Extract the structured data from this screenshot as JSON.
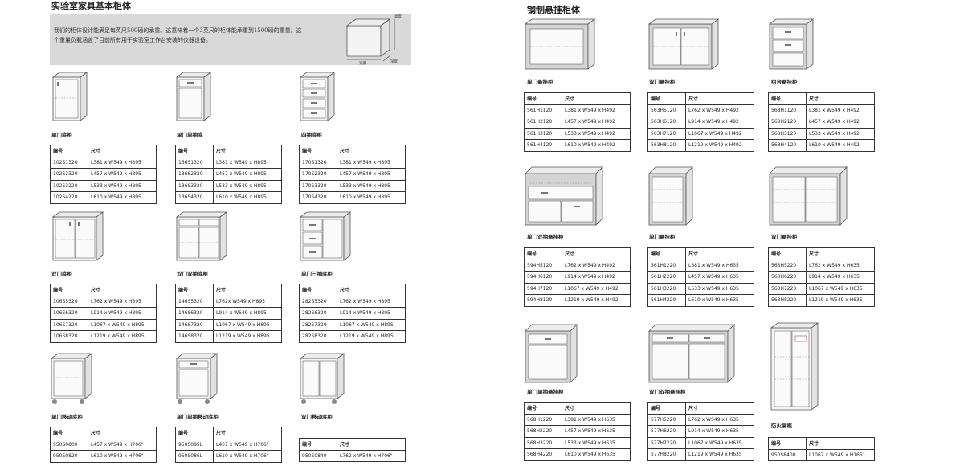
{
  "left_section": {
    "title": "实验室家具基本柜体",
    "intro": "我们的柜体设计能满足每英尺500磅的承重。这意味着一个3英尺的柜体能承重到1500磅的重量。这个重量负载涵盖了目前所有用于实验室工作台安装的仪器设备。",
    "diagram_labels": [
      "高度",
      "宽度",
      "深度"
    ]
  },
  "right_section": {
    "title": "钢制悬挂柜体"
  },
  "table_headers": {
    "code": "编号",
    "size": "尺寸"
  },
  "products": [
    {
      "name": "单门底柜",
      "rows": [
        [
          "102S1320",
          "L381 x W549 x H895"
        ],
        [
          "102S2320",
          "L457 x W549 x H895"
        ],
        [
          "102S3220",
          "L533 x W549 x H895"
        ],
        [
          "102S4220",
          "L610 x W549 x H895"
        ]
      ]
    },
    {
      "name": "单门单抽底",
      "rows": [
        [
          "136S1320",
          "L381 x W549 x H895"
        ],
        [
          "136S2320",
          "L457 x W549 x H895"
        ],
        [
          "136S3320",
          "L533 x W549 x H895"
        ],
        [
          "136S4320",
          "L610 x W549 x H895"
        ]
      ]
    },
    {
      "name": "四抽底柜",
      "rows": [
        [
          "170S1320",
          "L381 x W549 x H895"
        ],
        [
          "170S2320",
          "L457 x W549 x H895"
        ],
        [
          "170S3320",
          "L533 x W549 x H895"
        ],
        [
          "170S4320",
          "L610 x W549 x H895"
        ]
      ]
    },
    {
      "name": "双门底柜",
      "rows": [
        [
          "106S5320",
          "L762 x W549 x H895"
        ],
        [
          "106S6320",
          "L914 x W549 x H895"
        ],
        [
          "106S7320",
          "L1067 x W549 x H895"
        ],
        [
          "106S8320",
          "L1219 x W549 x H895"
        ]
      ]
    },
    {
      "name": "双门双抽底柜",
      "rows": [
        [
          "146S5320",
          "L762x W549 x H895"
        ],
        [
          "146S6320",
          "L914 x W549 x H895"
        ],
        [
          "146S7320",
          "L1067 x W549 x H895"
        ],
        [
          "146S8320",
          "L1219 x W549 x H895"
        ]
      ]
    },
    {
      "name": "单门三抽底柜",
      "rows": [
        [
          "282S5320",
          "L762 x W549 x H895"
        ],
        [
          "282S6320",
          "L914 x W549 x H895"
        ],
        [
          "282S7320",
          "L1067 x W549 x H895"
        ],
        [
          "282S8320",
          "L1219 x W549 x H895"
        ]
      ]
    },
    {
      "name": "单门移动底柜",
      "rows": [
        [
          "950S0800",
          "L457 x W549 x H706\""
        ],
        [
          "950S0820",
          "L610 x W549 x H706\""
        ]
      ]
    },
    {
      "name": "单门单抽移动底柜",
      "rows": [
        [
          "950S085L",
          "L457 x W549 x H706\""
        ],
        [
          "950S086L",
          "L610 x W549 x H706\""
        ]
      ]
    },
    {
      "name": "双门移动底柜",
      "rows": [
        [
          "950S0840",
          "L762 x W549 x H706\""
        ]
      ]
    },
    {
      "name": "单门悬挂柜",
      "rows": [
        [
          "561H1120",
          "L381 x W549 x H492"
        ],
        [
          "561H2120",
          "L457 x W549 x H492"
        ],
        [
          "561H3120",
          "L533 x W549 x H492"
        ],
        [
          "561H4120",
          "L610 x W549 x H492"
        ]
      ]
    },
    {
      "name": "双门悬挂柜",
      "rows": [
        [
          "563H5120",
          "L762 x W549 x H492"
        ],
        [
          "563H6120",
          "L914 x W549 x H492"
        ],
        [
          "563H7120",
          "L1067 x W549 x H492"
        ],
        [
          "563H8120",
          "L1219 x W549 x H492"
        ]
      ]
    },
    {
      "name": "组合悬挂柜",
      "rows": [
        [
          "568H1120",
          "L381 x W549 x H492"
        ],
        [
          "568H2120",
          "L457 x W549 x H492"
        ],
        [
          "568H3120",
          "L533 x W549 x H492"
        ],
        [
          "568H4120",
          "L610 x W549 x H492"
        ]
      ]
    },
    {
      "name": "单门双抽悬挂柜",
      "rows": [
        [
          "594H5120",
          "L762 x W549 x H492"
        ],
        [
          "594H6120",
          "L914 x W549 x H492"
        ],
        [
          "594H7120",
          "L1067 x W549 x H492"
        ],
        [
          "594H8120",
          "L1219 x W549 x H492"
        ]
      ]
    },
    {
      "name": "单门悬挂柜",
      "rows": [
        [
          "561H1220",
          "L381 x W549 x H635"
        ],
        [
          "561H2220",
          "L457 x W549 x H635"
        ],
        [
          "561H3220",
          "L533 x W549 x H635"
        ],
        [
          "561H4220",
          "L610 x W549 x H635"
        ]
      ]
    },
    {
      "name": "双门悬挂柜",
      "rows": [
        [
          "563H5220",
          "L762 x W549 x H635"
        ],
        [
          "563H6220",
          "L914 x W549 x H635"
        ],
        [
          "563H7220",
          "L1067 x W549 x H635"
        ],
        [
          "563H8220",
          "L1219 x W549 x H635"
        ]
      ]
    },
    {
      "name": "单门单抽悬挂柜",
      "rows": [
        [
          "568H1220",
          "L381 x W549 x H635"
        ],
        [
          "568H2220",
          "L457 x W549 x H635"
        ],
        [
          "568H3220",
          "L533 x W549 x H635"
        ],
        [
          "568H4220",
          "L610 x W549 x H635"
        ]
      ]
    },
    {
      "name": "双门双抽悬挂柜",
      "rows": [
        [
          "577H5220",
          "L762 x W549 x H635"
        ],
        [
          "577H6220",
          "L914 x W549 x H635"
        ],
        [
          "577H7220",
          "L1067 x W549 x H635"
        ],
        [
          "577H8220",
          "L1219 x W549 x H635"
        ]
      ]
    },
    {
      "name": "防火高柜",
      "rows": [
        [
          "950S8400",
          "L1067 x W549 x H1651"
        ]
      ]
    }
  ]
}
